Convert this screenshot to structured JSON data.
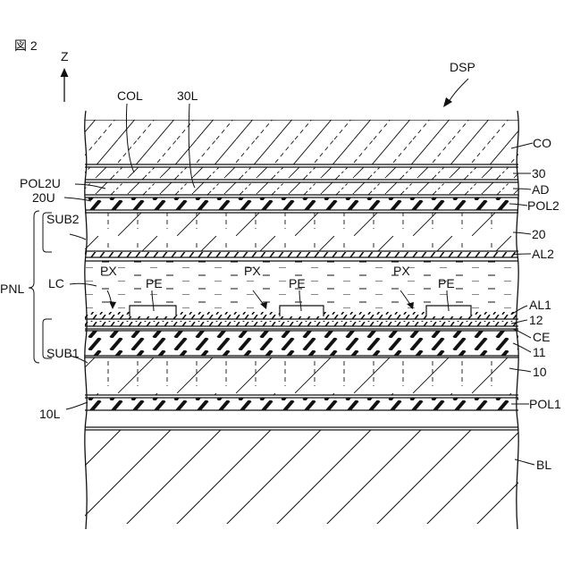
{
  "figure": {
    "label": "図 2"
  },
  "axis": {
    "label": "Z"
  },
  "labels": {
    "DSP": "DSP",
    "COL": "COL",
    "L30L": "30L",
    "POL2U": "POL2U",
    "L20U": "20U",
    "SUB2": "SUB2",
    "PNL": "PNL",
    "LC": "LC",
    "PX1": "PX",
    "PE1": "PE",
    "PX2": "PX",
    "PE2": "PE",
    "PX3": "PX",
    "PE3": "PE",
    "SUB1": "SUB1",
    "L10L": "10L",
    "CO": "CO",
    "L30": "30",
    "AD": "AD",
    "POL2": "POL2",
    "L20": "20",
    "AL2": "AL2",
    "AL1": "AL1",
    "L12": "12",
    "CE": "CE",
    "L11": "11",
    "L10": "10",
    "POL1": "POL1",
    "BL": "BL"
  }
}
